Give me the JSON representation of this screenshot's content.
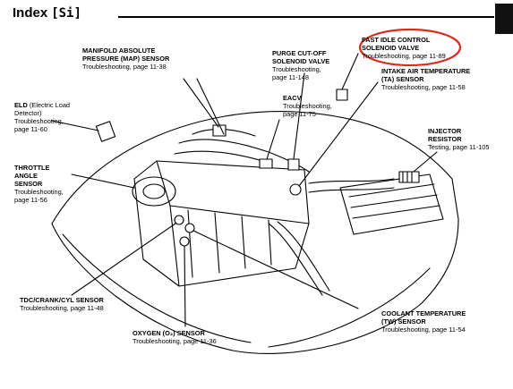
{
  "header": {
    "title": "Index",
    "subtitle": "[Si]"
  },
  "highlight_color": "#d92b1e",
  "labels": {
    "map": {
      "title1": "MANIFOLD ABSOLUTE",
      "title2": "PRESSURE (MAP) SENSOR",
      "sub": "Troubleshooting, page 11-38"
    },
    "purge": {
      "title1": "PURGE CUT-OFF",
      "title2": "SOLENOID VALVE",
      "sub1": "Troubleshooting,",
      "sub2": "page 11-148"
    },
    "fidc": {
      "title1": "FAST IDLE CONTROL",
      "title2": "SOLENOID VALVE",
      "sub": "Troubleshooting, page 11-89"
    },
    "iat": {
      "title1": "INTAKE AIR TEMPERATURE",
      "title2": "(TA) SENSOR",
      "sub": "Troubleshooting, page 11-58"
    },
    "eld": {
      "title": "ELD",
      "title_rest": " (Electric Load",
      "line2": "Detector)",
      "sub1": "Troubleshooting,",
      "sub2": "page 11-60"
    },
    "eacv": {
      "title": "EACV",
      "sub1": "Troubleshooting,",
      "sub2": "page 11-75"
    },
    "injres": {
      "title1": "INJECTOR",
      "title2": "RESISTOR",
      "sub": "Testing, page 11-105"
    },
    "throttle": {
      "title1": "THROTTLE",
      "title2": "ANGLE",
      "title3": "SENSOR",
      "sub1": "Troubleshooting,",
      "sub2": "page 11-56"
    },
    "tdc": {
      "title": "TDC/CRANK/CYL SENSOR",
      "sub": "Troubleshooting, page 11-48"
    },
    "oxy": {
      "title": "OXYGEN (O₂) SENSOR",
      "sub": "Troubleshooting, page 11-36"
    },
    "coolant": {
      "title1": "COOLANT TEMPERATURE",
      "title2": "(TW) SENSOR",
      "sub": "Troubleshooting, page 11-54"
    }
  }
}
